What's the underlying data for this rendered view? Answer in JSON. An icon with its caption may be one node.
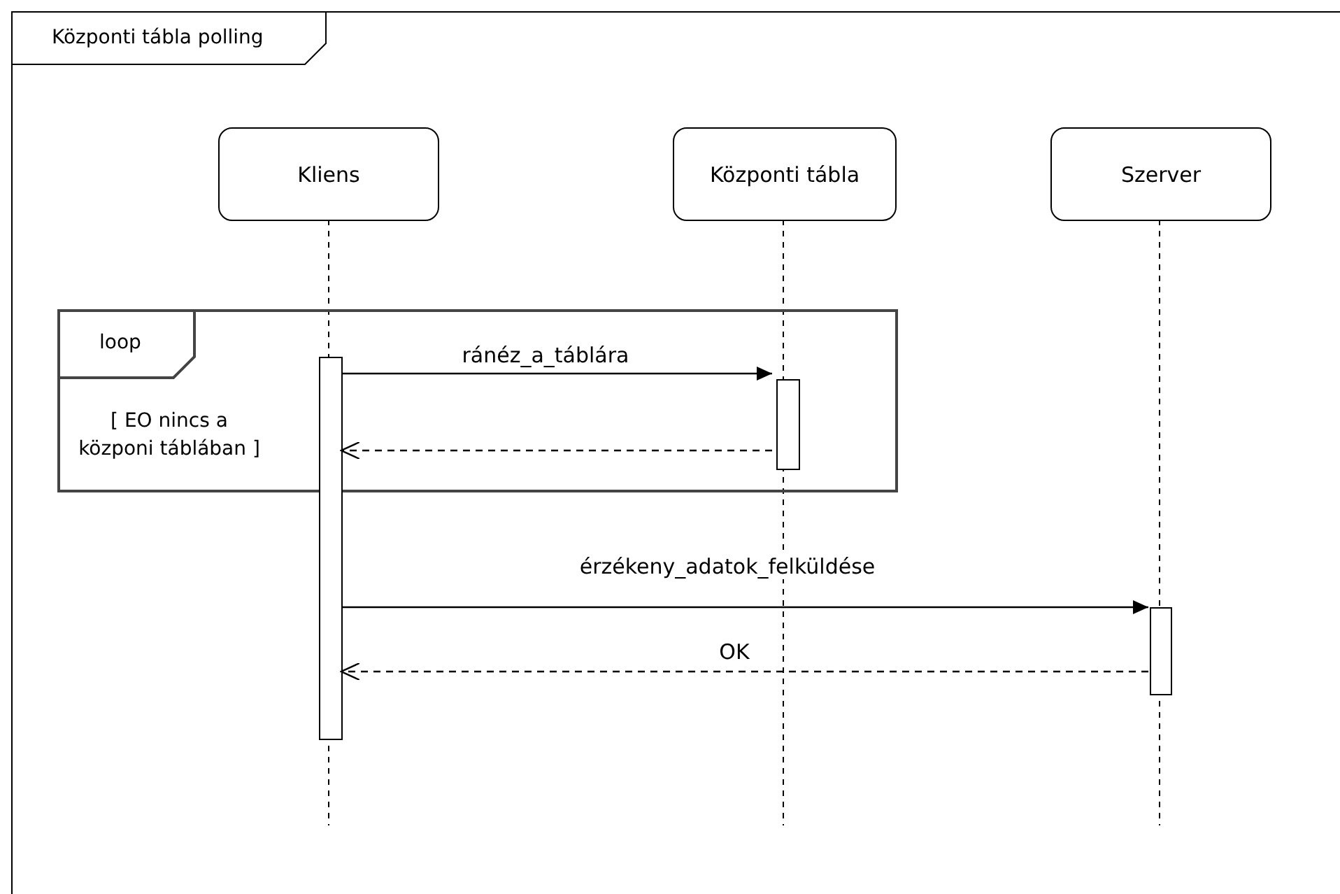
{
  "diagram": {
    "nodes": [
      {
        "text": [
          "Központi tábla polling"
        ]
      },
      {
        "text": [
          "Kliens"
        ],
        "in": 0
      },
      {
        "text": [
          "Központi tábla"
        ],
        "in": 0
      },
      {
        "text": [
          "Szerver"
        ],
        "in": 0
      },
      {
        "text": [
          "loop",
          "[ EO nincs a közponi táblában ]"
        ],
        "in": 0
      },
      {
        "text": [],
        "shape": "bar",
        "in": 0
      },
      {
        "text": [],
        "shape": "bar",
        "in": 4
      },
      {
        "text": [],
        "shape": "bar",
        "in": 0
      }
    ],
    "edges": [
      {
        "from": 5,
        "to": 6,
        "arrow": "to",
        "label": "ránéz_a_táblára"
      },
      {
        "from": 6,
        "to": 5,
        "arrow": "to",
        "style": "dashed"
      },
      {
        "from": 5,
        "to": 7,
        "arrow": "to",
        "label": "érzékeny_adatok_felküldése"
      },
      {
        "from": 7,
        "to": 5,
        "arrow": "to",
        "style": "dashed",
        "label": "OK"
      }
    ]
  }
}
